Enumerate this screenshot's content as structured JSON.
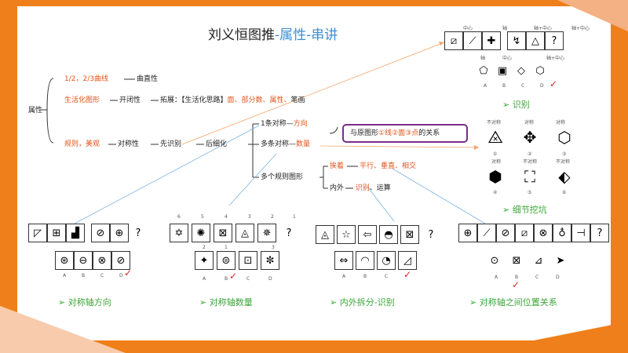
{
  "title": {
    "main": "刘义恒图推",
    "sub": "-属性-串讲"
  },
  "mind": {
    "root": "属性",
    "b1": {
      "a": "1/2，2/3曲线",
      "b": "曲直性"
    },
    "b2": {
      "a": "生活化图形",
      "b": "开闭性",
      "c": "拓展：【生活化思路】",
      "d": "面、部分数、属性、",
      "e": "笔画"
    },
    "b3": {
      "a": "规则，美观",
      "b": "对称性",
      "c": "先识别",
      "d": "后细化"
    },
    "s1": {
      "a": "1条对称",
      "b": "方向"
    },
    "s2": {
      "a": "多条对称",
      "b": "数量"
    },
    "s3": "多个规则图形",
    "s3a": {
      "a": "挨着",
      "b": "平行、垂直、相交"
    },
    "s3b": {
      "a": "内外",
      "b": "识别",
      "c": "、运算"
    },
    "relation": {
      "a": "与原图形",
      "b": "①线②面③点",
      "c": "的关系"
    }
  },
  "labels": {
    "recognize": "识别",
    "detail": "细节挖坑",
    "p1": "对称轴方向",
    "p2": "对称轴数量",
    "p3": "内外拆分-识别",
    "p4": "对称轴之间位置关系"
  },
  "top_puzzle": {
    "axis_labels": [
      "中心",
      "轴",
      "轴+中心",
      "轴+中心"
    ],
    "opt_labels": [
      "轴",
      "中心",
      "轴+中心"
    ],
    "letters": [
      "A",
      "B",
      "C",
      "D"
    ]
  },
  "right_puzzle": {
    "top_labels": [
      "不对称",
      "对称",
      "对称"
    ],
    "bottom_labels": [
      "对称",
      "不对称",
      "不对称"
    ],
    "nums": [
      "①",
      "②",
      "③",
      "④",
      "⑤",
      "⑥"
    ]
  },
  "puzzle2_nums": [
    "6",
    "5",
    "4",
    "3",
    "2",
    "1"
  ],
  "puzzle2_sub": [
    "2",
    "1",
    "3"
  ],
  "letters": [
    "A",
    "B",
    "C",
    "D"
  ],
  "question": "?"
}
